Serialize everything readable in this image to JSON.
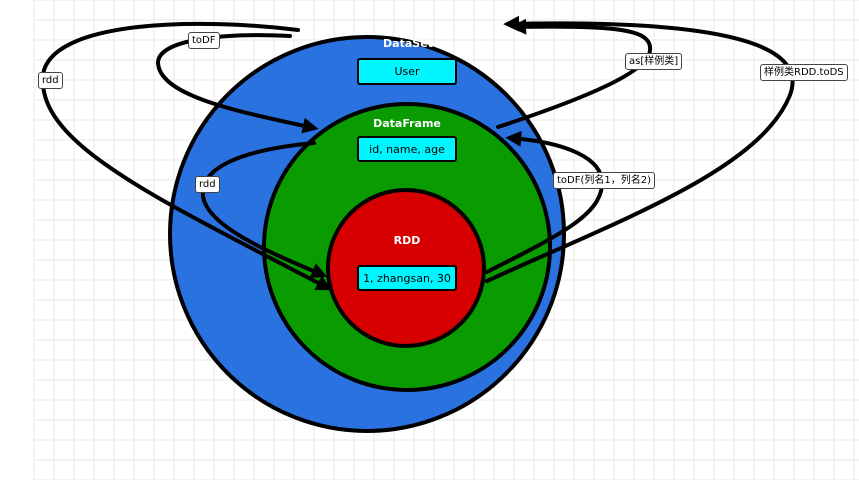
{
  "colors": {
    "dataset": "#2a72e0",
    "dataframe": "#0a9b00",
    "rdd": "#d60000",
    "box": "#00f5ff"
  },
  "circles": {
    "dataset": {
      "title": "DataSet",
      "box": "User"
    },
    "dataframe": {
      "title": "DataFrame",
      "box": "id, name, age"
    },
    "rdd": {
      "title": "RDD",
      "box": "1, zhangsan, 30"
    }
  },
  "edges": {
    "rdd_left": "rdd",
    "todf_top": "toDF",
    "rdd_inner": "rdd",
    "as_case_class": "as[样例类]",
    "case_class_rdd_tods": "样例类RDD.toDS",
    "todf_columns": "toDF(列名1，列名2)"
  }
}
